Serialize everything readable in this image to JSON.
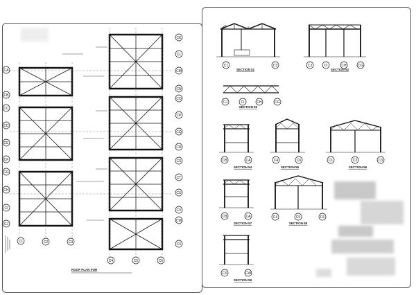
{
  "plan": {
    "title": "ROOF PLAN FOR",
    "gridlines_left": [
      "CA",
      "CB",
      "CC",
      "CD",
      "CE",
      "CF",
      "CG",
      "CH",
      "CI",
      "CJ"
    ],
    "gridlines_right": [
      "CK",
      "CL",
      "CM",
      "CN",
      "CO",
      "CP",
      "CQ",
      "CR",
      "CS",
      "CT",
      "CU",
      "CV",
      "CW",
      "CX"
    ],
    "gridlines_bottom": [
      "C1",
      "C2",
      "C3",
      "C4",
      "C5",
      "C6"
    ]
  },
  "sections": {
    "s51": {
      "title": "SECTION 51",
      "labels": [
        "C1",
        "C3"
      ]
    },
    "s52": {
      "title": "SECTION 52",
      "labels": [
        "CJ",
        "CI",
        "CH",
        "CG"
      ]
    },
    "s53": {
      "title": "SECTION 53",
      "labels": [
        "CJ",
        "CI",
        "CH",
        "CG"
      ]
    },
    "s54": {
      "title": "SECTION 54",
      "labels": [
        "CB",
        "CA"
      ]
    },
    "s55": {
      "title": "SECTION 55",
      "labels": [
        "C4",
        "C6"
      ]
    },
    "s56": {
      "title": "SECTION 56",
      "labels": [
        "C1",
        "C2",
        "C3"
      ]
    },
    "s57": {
      "title": "SECTION 57",
      "labels": [
        "CB",
        "CA"
      ]
    },
    "s58": {
      "title": "SECTION 58",
      "labels": [
        "C4",
        "C5",
        "C6"
      ]
    },
    "s59": {
      "title": "SECTION 59",
      "labels": [
        "CX",
        "CW"
      ]
    }
  }
}
